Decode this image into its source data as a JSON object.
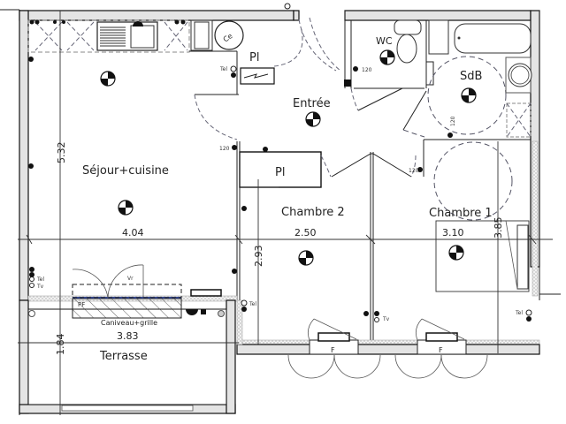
{
  "plan": {
    "title": "Floor plan",
    "rooms": [
      {
        "id": "sejour",
        "name": "Séjour+cuisine"
      },
      {
        "id": "entree",
        "name": "Entrée"
      },
      {
        "id": "pl1",
        "name": "Pl"
      },
      {
        "id": "pl2",
        "name": "Pl"
      },
      {
        "id": "wc",
        "name": "WC"
      },
      {
        "id": "sdb",
        "name": "SdB"
      },
      {
        "id": "chambre2",
        "name": "Chambre 2"
      },
      {
        "id": "chambre1",
        "name": "Chambre 1"
      },
      {
        "id": "terrasse",
        "name": "Terrasse"
      }
    ],
    "dimensions": {
      "sejour_height": "5.32",
      "sejour_width": "4.04",
      "chambre2_width": "2.50",
      "chambre2_height": "2.93",
      "chambre1_width": "3.10",
      "chambre1_height": "3.85",
      "terrasse_width": "3.83",
      "terrasse_height": "1.84"
    },
    "annotations": {
      "ce": "Ce",
      "vr": "Vr",
      "pf": "PF",
      "caniveau": "Caniveau+grille",
      "window_f1": "F",
      "window_f2": "F",
      "tel": "Tel",
      "tv": "Tv",
      "h120": "120"
    }
  }
}
